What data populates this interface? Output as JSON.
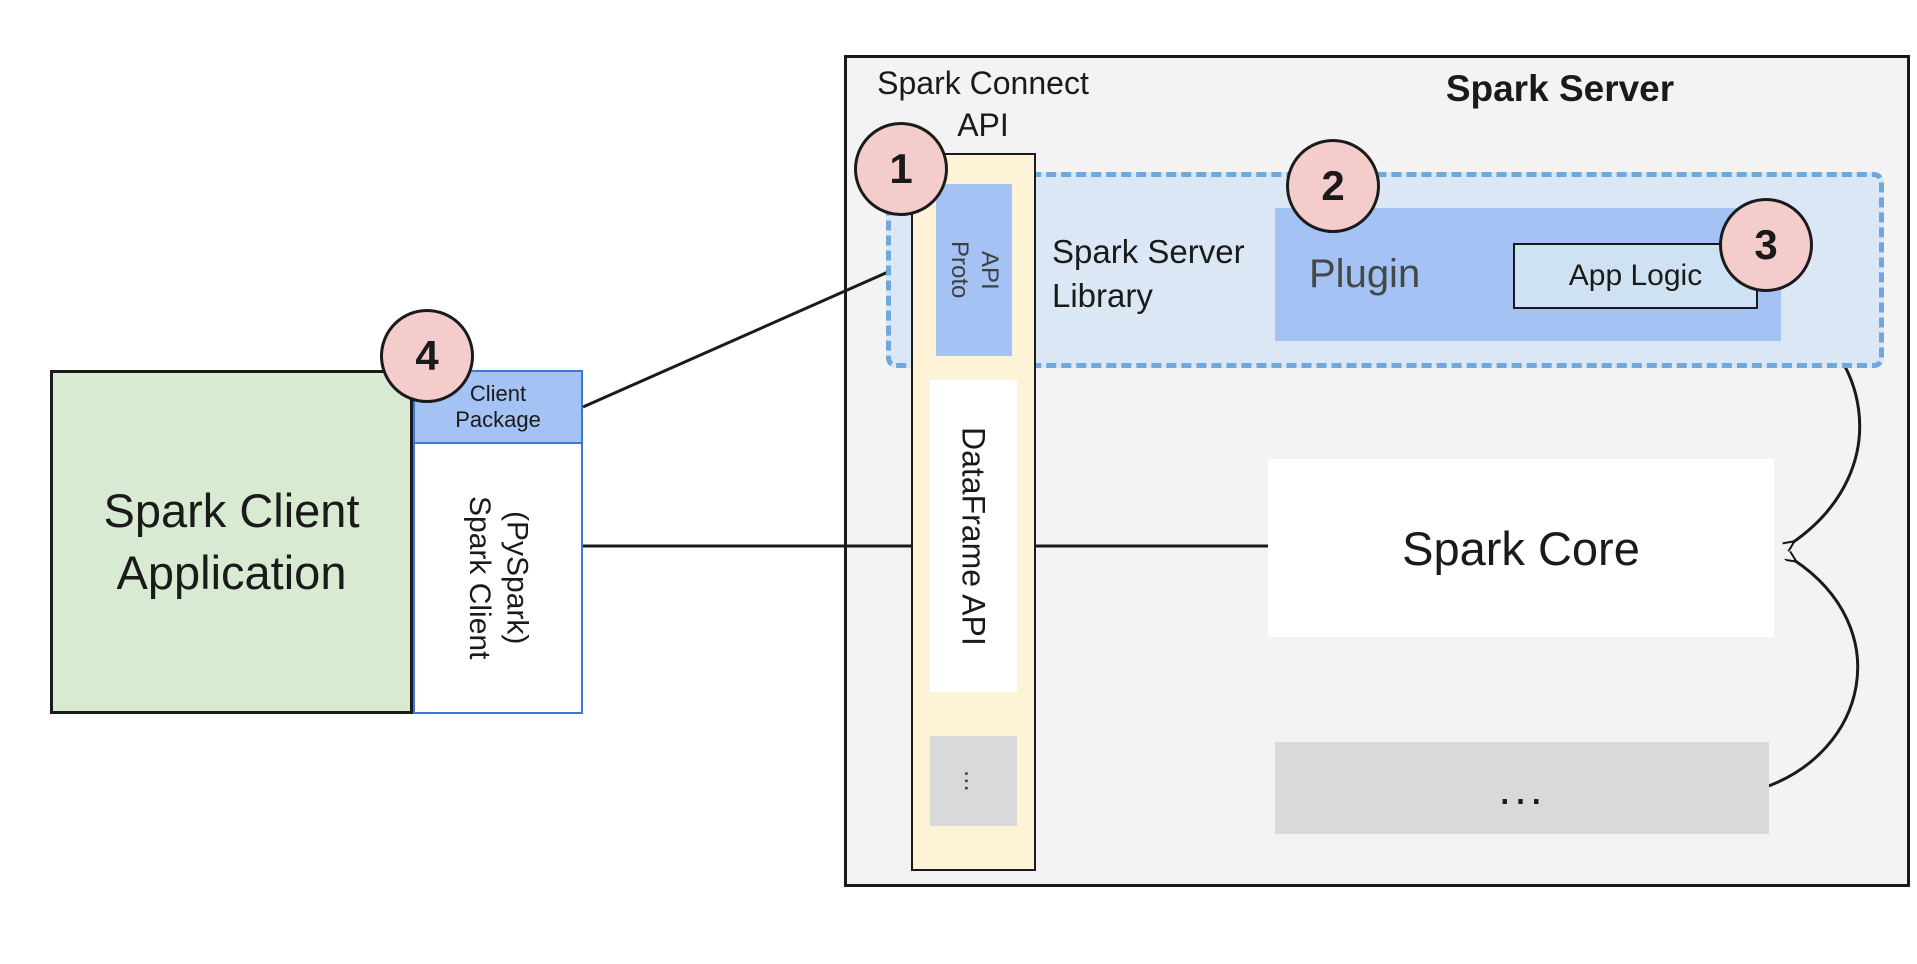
{
  "client": {
    "app_line1": "Spark Client",
    "app_line2": "Application",
    "package_line1": "Client",
    "package_line2": "Package",
    "client_line1": "Spark Client",
    "client_line2": "(PySpark)"
  },
  "server": {
    "title": "Spark Server",
    "connect_api_line1": "Spark Connect",
    "connect_api_line2": "API",
    "proto_line1": "Proto",
    "proto_line2": "API",
    "dataframe_api": "DataFrame API",
    "column_ellipsis": "...",
    "library_line1": "Spark Server",
    "library_line2": "Library",
    "plugin": "Plugin",
    "app_logic": "App Logic",
    "spark_core": "Spark Core",
    "core_ellipsis": "..."
  },
  "badges": {
    "b1": "1",
    "b2": "2",
    "b3": "3",
    "b4": "4"
  },
  "colors": {
    "client_green": "#d9ead3",
    "block_blue": "#a4c2f4",
    "light_blue": "#cfe2f3",
    "dashed_blue": "#6fa8dc",
    "column_cream": "#fdf3d7",
    "badge_pink": "#f4cccc",
    "gray_block": "#d9d9d9",
    "server_bg": "#f3f3f3",
    "client_border_blue": "#3c78d8"
  }
}
